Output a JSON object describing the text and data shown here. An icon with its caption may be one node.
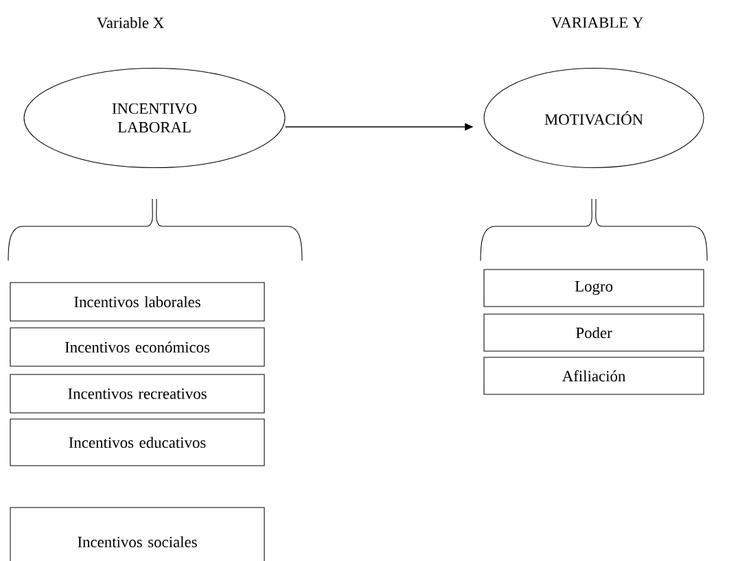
{
  "diagram": {
    "nodes": [
      {
        "text": [
          "INCENTIVO LABORAL"
        ]
      },
      {
        "text": [
          "MOTIVACIÓN"
        ]
      },
      {
        "text": [
          "Incentivos laborales"
        ]
      },
      {
        "text": [
          "Incentivos económicos"
        ]
      },
      {
        "text": [
          "Incentivos recreativos"
        ]
      },
      {
        "text": [
          "Incentivos educativos"
        ]
      },
      {
        "text": [
          "Incentivos sociales"
        ]
      },
      {
        "text": [
          "Logro"
        ]
      },
      {
        "text": [
          "Poder"
        ]
      },
      {
        "text": [
          "Afiliación"
        ]
      }
    ],
    "edges": [
      {
        "from": 0,
        "to": 1,
        "arrow": "to"
      }
    ],
    "labels": [
      "Variable X",
      "VARIABLE Y"
    ]
  }
}
